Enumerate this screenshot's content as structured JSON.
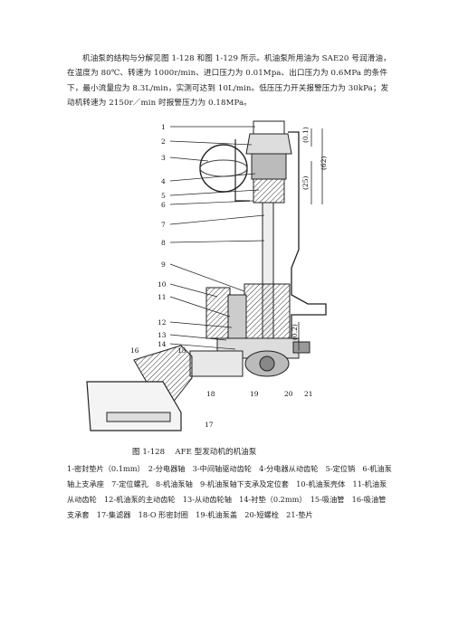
{
  "intro": "机油泵的结构与分解见图 1-128 和图 1-129 所示。机油泵所用油为 SAE20 号润滑油，在温度为 80℃、转速为 1000r/min、进口压力为 0.01Mpa、出口压力为 0.6MPa 的条件下，最小流量应为 8.3L/min，实测可达到 10L/min。低压压力开关报警压力为 30kPa；发动机转速为 2150r／min 时报警压力为 0.18MPa。",
  "figure": {
    "callouts": [
      "1",
      "2",
      "3",
      "4",
      "5",
      "6",
      "7",
      "8",
      "9",
      "10",
      "11",
      "12",
      "13",
      "14",
      "15",
      "16",
      "17",
      "18",
      "19",
      "20",
      "21"
    ],
    "dims": [
      "(0.1)",
      "(62)",
      "(25)",
      "(0.2)"
    ]
  },
  "caption": "图 1-128　 AFE 型发动机的机油泵",
  "legend": "1-密封垫片（0.1mm）　2-分电器轴　3-中间轴驱动齿轮　4-分电器从动齿轮　5-定位销　6-机油泵轴上支承座　7-定位螺孔　8-机油泵轴　9-机油泵轴下支承及定位套　10-机油泵壳体　11-机油泵从动齿轮　12-机油泵的主动齿轮　13-从动齿轮轴　14-衬垫（0.2mm）　15-吸油管　16-吸油管支承套　17-集滤器　18-O 形密封圈　19-机油泵盖　20-短螺栓　21-垫片"
}
